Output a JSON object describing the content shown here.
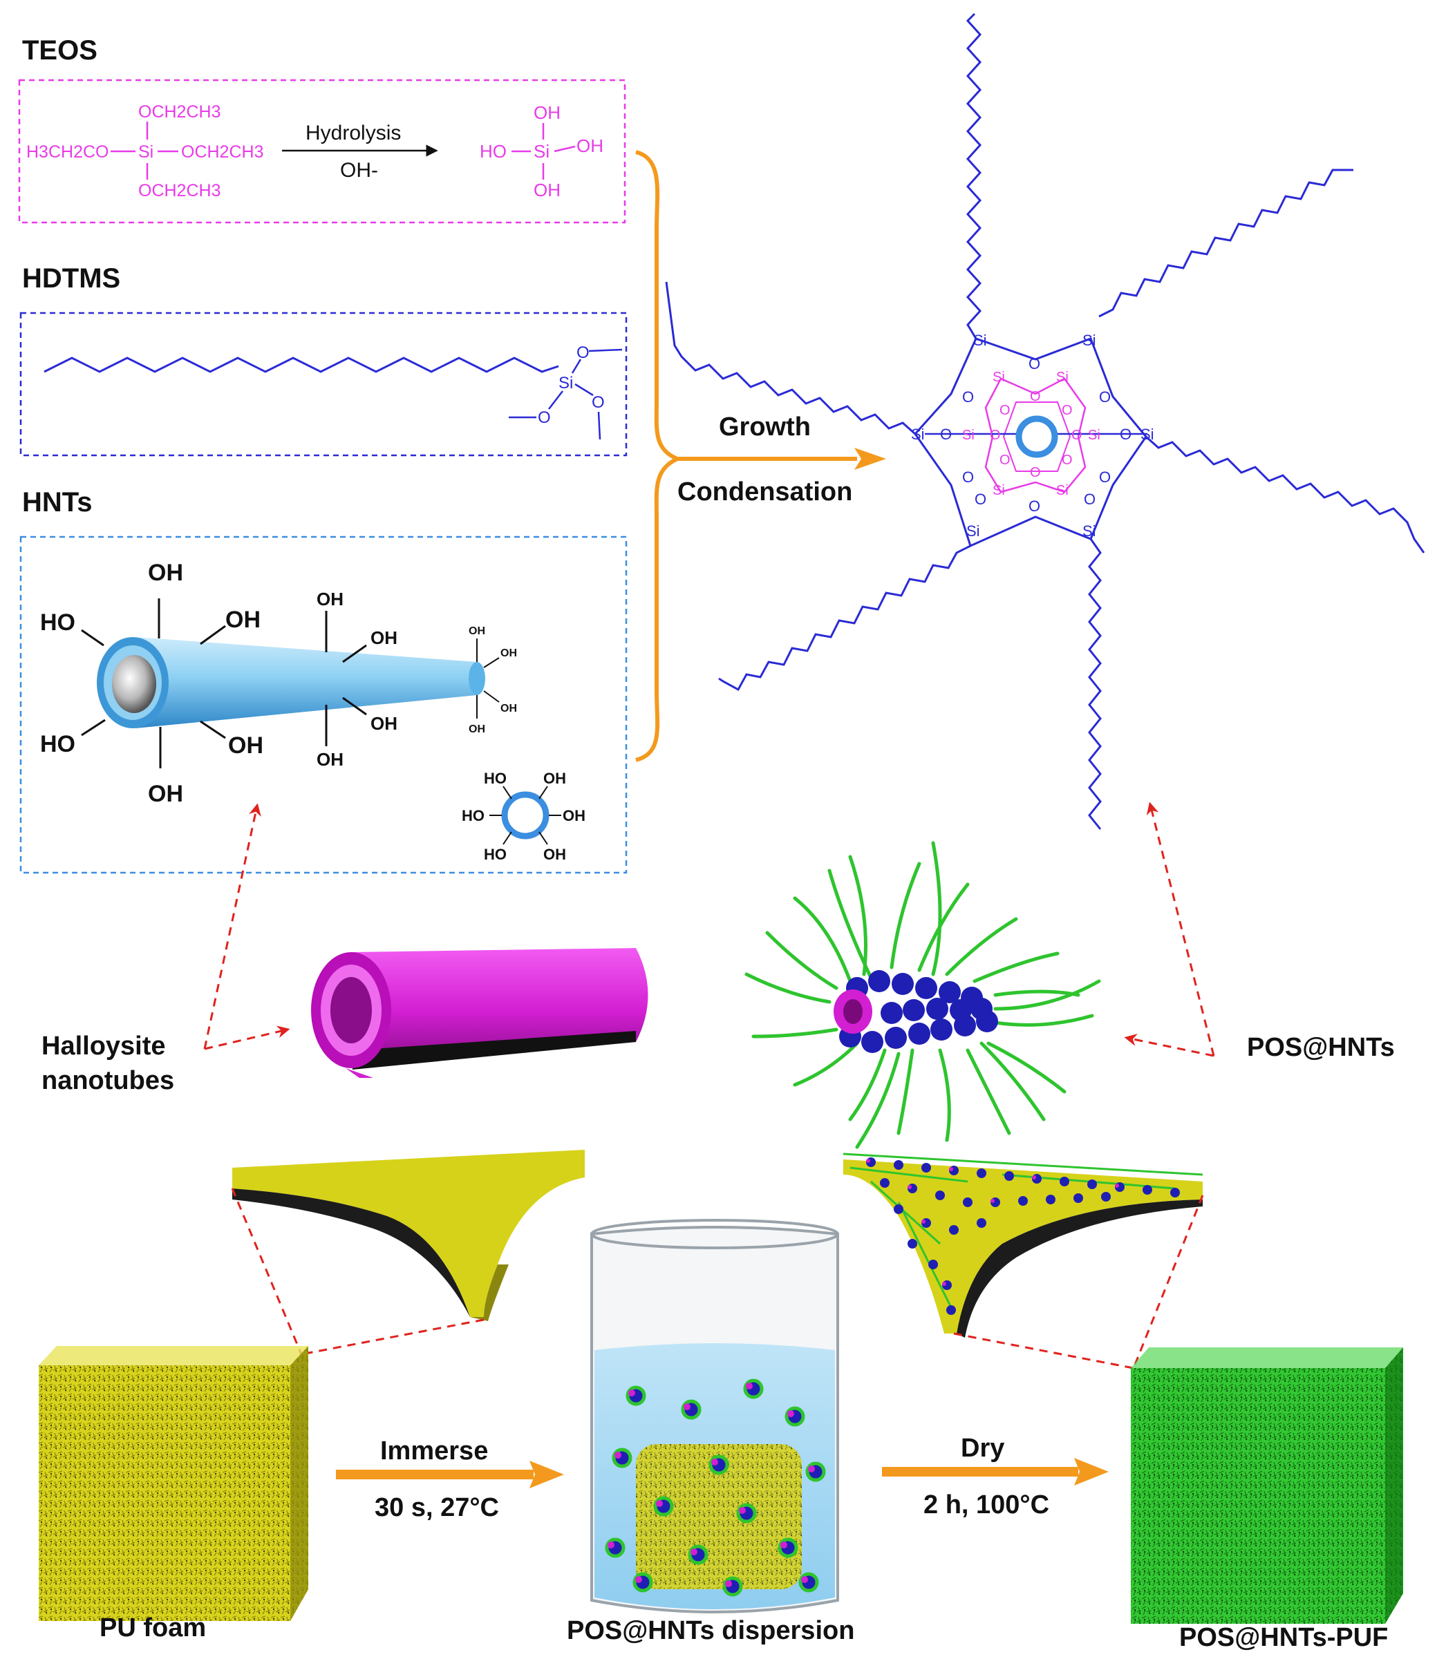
{
  "panels": {
    "teos": {
      "title": "TEOS",
      "groups": {
        "top": "OCH2CH3",
        "left": "H3CH2CO",
        "right": "OCH2CH3",
        "bottom": "OCH2CH3",
        "si": "Si"
      },
      "arrow_top": "Hydrolysis",
      "arrow_bottom": "OH-",
      "product": {
        "top": "OH",
        "left": "HO",
        "right": "OH",
        "bottom": "OH",
        "si": "Si"
      }
    },
    "hdtms": {
      "title": "HDTMS",
      "si": "Si",
      "o": "O"
    },
    "hnts": {
      "title": "HNTs",
      "hydroxyls": {
        "oh": "OH",
        "ho": "HO"
      }
    }
  },
  "reaction": {
    "top": "Growth",
    "bottom": "Condensation"
  },
  "network": {
    "si": "Si",
    "o": "O"
  },
  "middle": {
    "left_label": [
      "Halloysite",
      "nanotubes"
    ],
    "right_label": "POS@HNTs"
  },
  "process": {
    "step1": {
      "top": "Immerse",
      "bottom": "30 s, 27°C"
    },
    "step2": {
      "top": "Dry",
      "bottom": "2 h, 100°C"
    },
    "labels": {
      "foam": "PU foam",
      "dispersion": "POS@HNTs dispersion",
      "product": "POS@HNTs-PUF"
    }
  },
  "colors": {
    "teos": "#e83be8",
    "hdtms": "#2a2ad6",
    "hnts_border": "#3b8ee0",
    "arrow": "#f39a1e",
    "dashed_red": "#e0221e",
    "tube_pink": "#d21fd2",
    "foam_yellow": "#d6d21a",
    "foam_green": "#2ec42e",
    "hnt_blue": "#7fc8ee"
  }
}
